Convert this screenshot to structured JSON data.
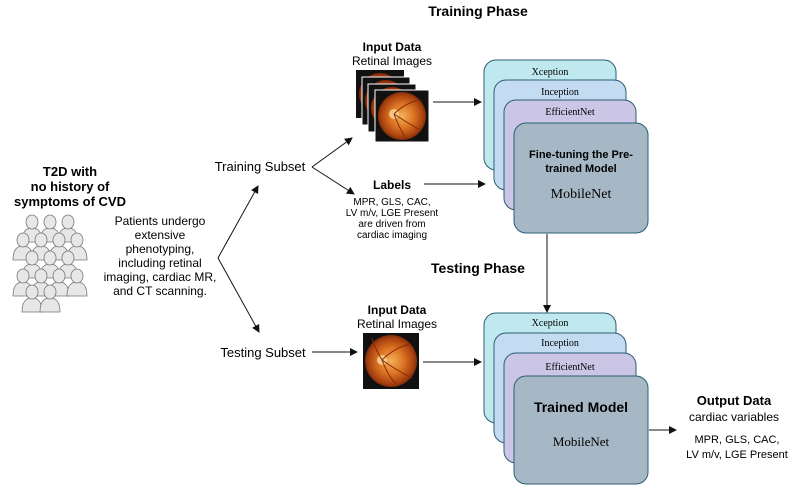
{
  "training_phase": {
    "title": "Training Phase"
  },
  "testing_phase": {
    "title": "Testing Phase"
  },
  "population": {
    "title_lines": [
      "T2D with",
      "no history of",
      "symptoms of CVD"
    ],
    "description_lines": [
      "Patients undergo",
      "extensive",
      "phenotyping,",
      "including retinal",
      "imaging, cardiac MR,",
      "and CT scanning."
    ]
  },
  "subsets": {
    "training": "Training Subset",
    "testing": "Testing Subset"
  },
  "train_input": {
    "title": "Input Data",
    "subtitle": "Retinal Images"
  },
  "labels": {
    "title": "Labels",
    "lines": [
      "MPR, GLS, CAC,",
      "LV m/v, LGE Present",
      "are driven from",
      "cardiac imaging"
    ]
  },
  "test_input": {
    "title": "Input Data",
    "subtitle": "Retinal Images"
  },
  "train_models": {
    "layers": [
      "Xception",
      "Inception",
      "EfficientNet"
    ],
    "front_title_lines": [
      "Fine-tuning the Pre-",
      "trained Model"
    ],
    "front_model": "MobileNet"
  },
  "test_models": {
    "layers": [
      "Xception",
      "Inception",
      "EfficientNet"
    ],
    "front_title": "Trained Model",
    "front_model": "MobileNet"
  },
  "output": {
    "title": "Output Data",
    "subtitle": "cardiac variables",
    "lines": [
      "MPR, GLS, CAC,",
      "LV m/v, LGE Present"
    ]
  },
  "colors": {
    "layer_1": "#bfe9ee",
    "layer_2": "#c4dcf2",
    "layer_3": "#cbc6e6",
    "front": "#a6b8c6",
    "stroke": "#2b5e76",
    "arrow": "#111111",
    "person_fill": "#e7e7e7",
    "person_stroke": "#777777"
  }
}
